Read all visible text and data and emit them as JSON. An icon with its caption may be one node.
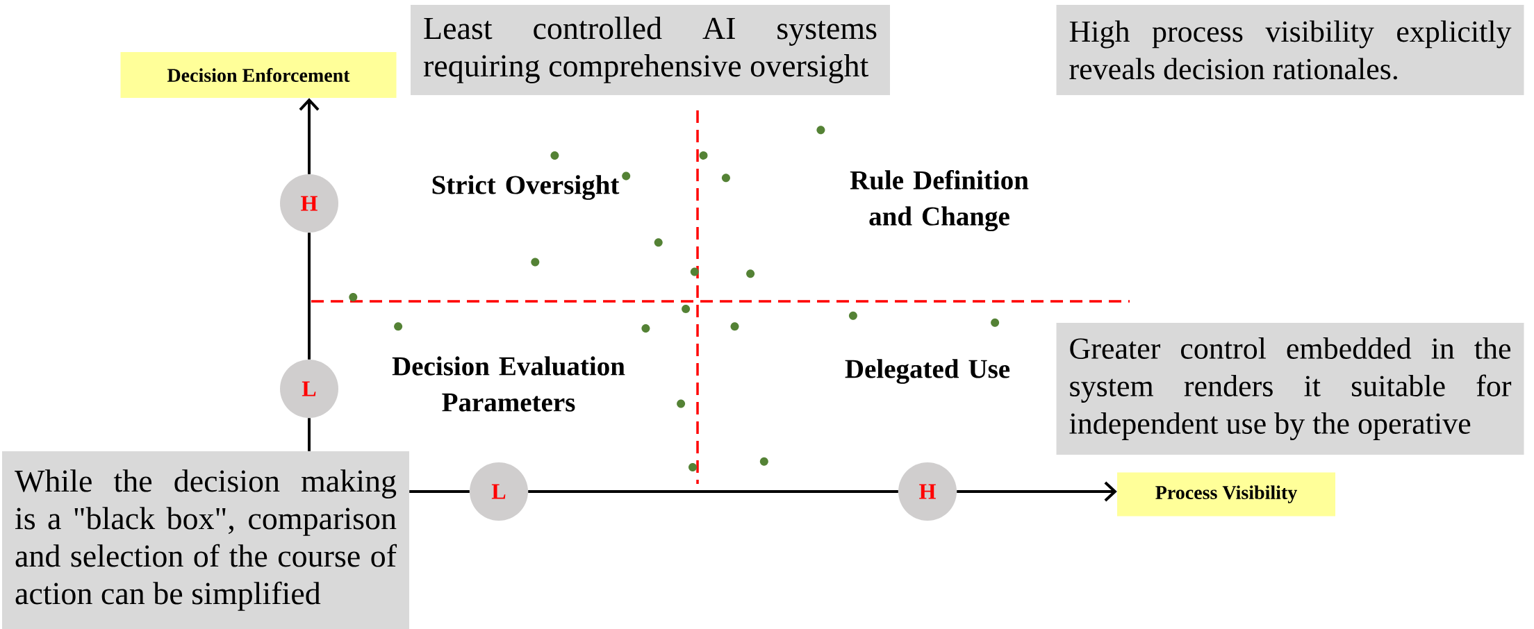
{
  "diagram": {
    "nodes": [
      {
        "text": [
          "Decision Enforcement"
        ]
      },
      {
        "text": [
          "Least controlled AI systems requiring comprehensive oversight"
        ]
      },
      {
        "text": [
          "High process visibility explicitly reveals decision rationales."
        ]
      },
      {
        "text": [
          "H"
        ]
      },
      {
        "text": [
          "L"
        ]
      },
      {
        "text": [
          "Greater control embedded in the system renders it suitable for independent use by the operative"
        ]
      },
      {
        "text": [
          "While the decision making is a \"black box\", comparison and selection of the course of action can be simplified"
        ]
      },
      {
        "text": [
          "L"
        ]
      },
      {
        "text": [
          "H"
        ]
      },
      {
        "text": [
          "Process Visibility"
        ]
      }
    ],
    "edges": [
      {
        "from": 6,
        "to": 4,
        "arrow": "none"
      },
      {
        "from": 4,
        "to": 3,
        "arrow": "none"
      },
      {
        "from": 3,
        "to": 0,
        "arrow": "to"
      },
      {
        "from": 6,
        "to": 7,
        "arrow": "none"
      },
      {
        "from": 7,
        "to": 8,
        "arrow": "none"
      },
      {
        "from": 8,
        "to": 9,
        "arrow": "to"
      }
    ],
    "labels": [
      "Strict Oversight",
      "Rule Definition and Change",
      "Decision Evaluation Parameters",
      "Delegated Use"
    ]
  }
}
